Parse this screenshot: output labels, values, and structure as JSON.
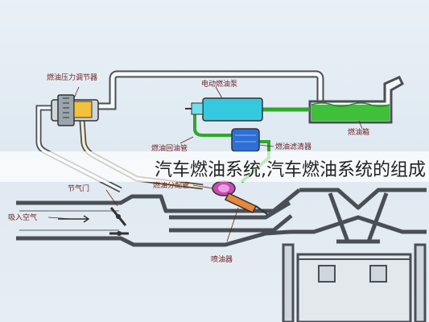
{
  "caption": "汽车燃油系统,汽车燃油系统的组成",
  "labels": {
    "pressure_regulator": "燃油压力调节器",
    "fuel_pump": "电动燃油泵",
    "fuel_tank": "燃油箱",
    "fuel_filter": "燃油滤清器",
    "return_pipe": "燃油回油管",
    "distribution_pipe": "燃油分配管",
    "throttle": "节气门",
    "air_intake": "吸入空气",
    "injector": "喷油器"
  },
  "colors": {
    "pipe": "#4a4f56",
    "pipe_fill": "#f6f8fa",
    "fuel_pump": "#35c9df",
    "fuel_filter": "#2d6fd6",
    "fuel_tank": "#3fbf3a",
    "green_line": "#2ea82a",
    "regulator": "#f2c23a",
    "injector": "#e8873a",
    "text": "#6b1f1f"
  }
}
